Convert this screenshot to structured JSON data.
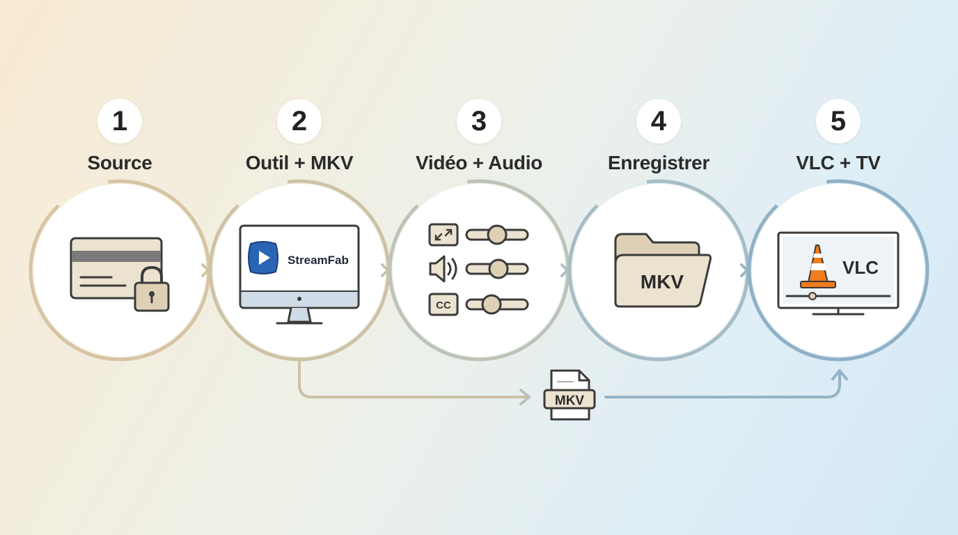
{
  "steps": [
    {
      "number": "1",
      "title": "Source"
    },
    {
      "number": "2",
      "title": "Outil + MKV"
    },
    {
      "number": "3",
      "title": "Vidéo + Audio"
    },
    {
      "number": "4",
      "title": "Enregistrer"
    },
    {
      "number": "5",
      "title": "VLC + TV"
    }
  ],
  "step2": {
    "app_label": "StreamFab",
    "icon": "monitor-icon"
  },
  "step3": {
    "subtitle_badge": "CC",
    "icons": [
      "resize-icon",
      "speaker-icon",
      "subtitles-icon",
      "slider-icon"
    ]
  },
  "step4": {
    "folder_label": "MKV",
    "icon": "folder-icon"
  },
  "step5": {
    "player_label": "VLC",
    "icon": "tv-icon"
  },
  "flow": {
    "file_label": "MKV",
    "icon": "file-icon"
  },
  "step1": {
    "icons": [
      "credit-card-icon",
      "lock-icon"
    ]
  },
  "colors": {
    "ring_1": "#d4c2a2",
    "ring_2": "#cfc3a6",
    "ring_3": "#bfc3b8",
    "ring_4": "#a7bcc6",
    "ring_5": "#8fb0c6",
    "icon_stroke": "#3a3a3a",
    "icon_fill": "#e9e0cc",
    "vlc_orange": "#f07c1b",
    "streamfab_blue": "#2a64b4"
  }
}
